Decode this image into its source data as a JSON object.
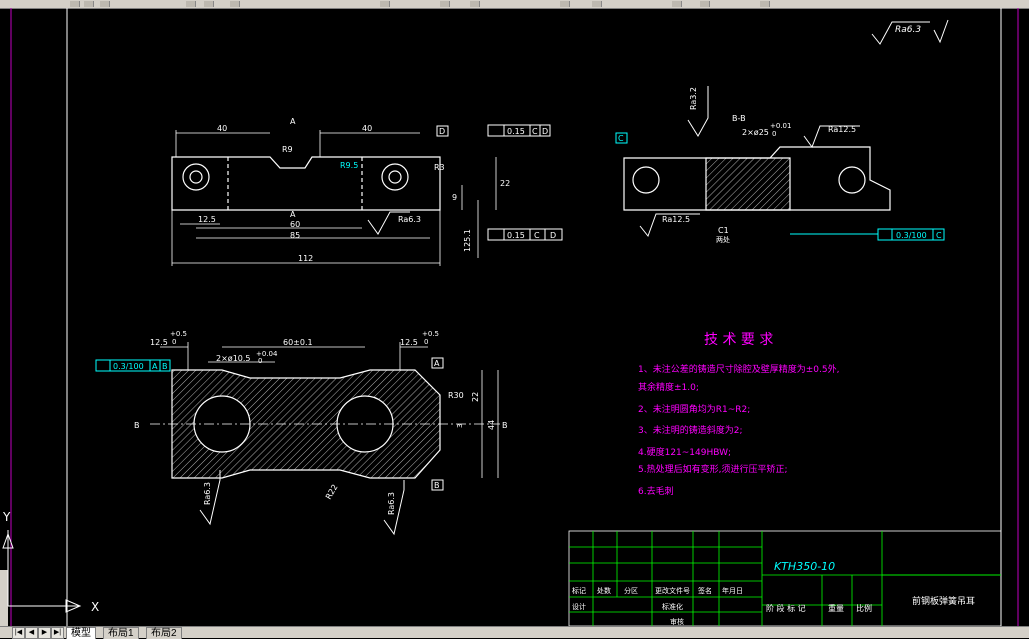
{
  "tabs": {
    "model": "模型",
    "layout1": "布局1",
    "layout2": "布局2"
  },
  "nav_buttons": [
    "|◀",
    "◀",
    "▶",
    "▶|"
  ],
  "ucs": {
    "x": "X",
    "y": "Y"
  },
  "rough_global": "Ra6.3",
  "view_top": {
    "dim_40_left": "40",
    "dim_40_right": "40",
    "dim_60": "60",
    "dim_85": "85",
    "dim_112": "112",
    "dim_12_5": "12.5",
    "dim_22": "22",
    "dim_9": "9",
    "r9": "R9",
    "r9_5": "R9.5",
    "r3": "R3",
    "ra": "Ra6.3",
    "sec_a": "A",
    "datum_d": "D",
    "tol1": "0.15",
    "tol1_c": "C",
    "tol1_d": "D",
    "tol2": "0.15",
    "tol2_c": "C",
    "tol2_d": "D",
    "dim_vert": "125.1"
  },
  "view_section": {
    "title": "B-B",
    "dia": "2×ø25",
    "tol_up": "+0.01",
    "tol_low": "0",
    "ra_top": "Ra3.2",
    "ra_right": "Ra12.5",
    "ra_left": "Ra12.5",
    "c1": "C1",
    "c1_note": "两处",
    "datum_c": "C",
    "para_tol": "0.3/100",
    "para_ref": "C"
  },
  "view_bottom": {
    "dim_12_5_left": "12.5",
    "tol_left_up": "+0.5",
    "tol_left_low": "0",
    "dim_60": "60±0.1",
    "dim_12_5_right": "12.5",
    "tol_right_up": "+0.5",
    "tol_right_low": "0",
    "dia": "2×ø10.5",
    "dia_tol_up": "+0.04",
    "dia_tol_low": "0",
    "para_tol": "0.3/100",
    "para_ref_a": "A",
    "para_ref_b": "B",
    "datum_a": "A",
    "datum_b": "B",
    "r30": "R30",
    "r22": "R22",
    "dim_22": "22",
    "dim_44": "44",
    "dim_3": "3",
    "ra_left": "Ra6.3",
    "ra_right": "Ra6.3",
    "sec_b": "B"
  },
  "tech": {
    "title": "技  术  要  求",
    "lines": [
      "1、未注公差的铸造尺寸除腔及壁厚精度为±0.5外,",
      "其余精度±1.0;",
      "2、未注明圆角均为R1~R2;",
      "3、未注明的铸造斜度为2;",
      "4.硬度121~149HBW;",
      "5.热处理后如有变形,须进行压平矫正;",
      "6.去毛刺"
    ]
  },
  "title_block": {
    "material": "KTH350-10",
    "part_name": "前钢板弹簧吊耳",
    "h1": "标记",
    "h2": "处数",
    "h3": "分区",
    "h4": "更改文件号",
    "h5": "签名",
    "h6": "年月日",
    "design": "设计",
    "standard": "标准化",
    "review": "审核",
    "stage": "阶 段 标 记",
    "weight": "重量",
    "scale": "比例"
  }
}
